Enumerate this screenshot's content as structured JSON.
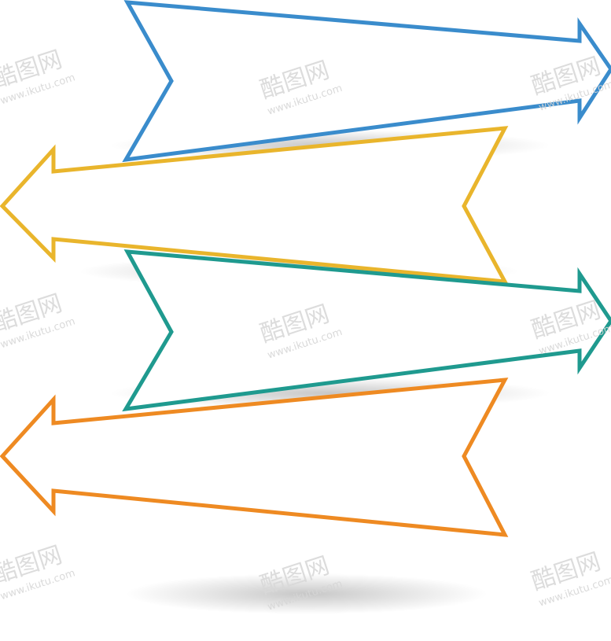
{
  "arrows": [
    {
      "direction": "right",
      "color": "#3a8ccc"
    },
    {
      "direction": "left",
      "color": "#e9b52c"
    },
    {
      "direction": "right",
      "color": "#1f9a8f"
    },
    {
      "direction": "left",
      "color": "#ee8a22"
    }
  ],
  "watermark": {
    "brand": "酷图网",
    "url": "www.ikutu.com",
    "color": "#d9d9d9"
  }
}
